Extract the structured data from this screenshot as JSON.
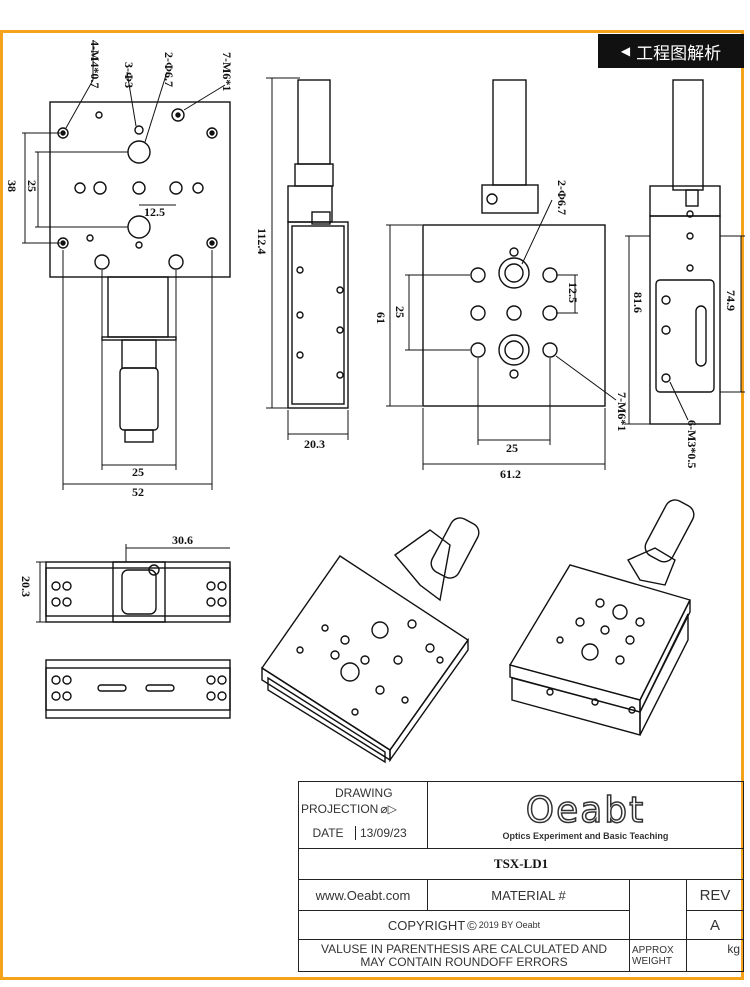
{
  "header": {
    "badge_label": "工程图解析"
  },
  "dimensions": {
    "top": {
      "holes_a": "4-M4*0.7",
      "holes_b": "3-Φ3",
      "hole_c": "2-Φ6.7",
      "holes_d": "7-M6*1",
      "dim_38": "38",
      "dim_25": "25",
      "dim_12_5": "12.5",
      "dim_25_bottom": "25",
      "dim_52": "52"
    },
    "side": {
      "dim_112_4": "112.4",
      "dim_20_3": "20.3"
    },
    "front": {
      "hole_c": "2-Φ6.7",
      "dim_61": "61",
      "dim_25_v": "25",
      "dim_12_5": "12.5",
      "holes_d": "7-M6*1",
      "dim_25_h": "25",
      "dim_61_2": "61.2"
    },
    "right": {
      "dim_81_6": "81.6",
      "dim_74_9": "74.9",
      "holes_e": "6-M3*0.5"
    },
    "plan": {
      "dim_30_6": "30.6",
      "dim_20_3": "20.3"
    }
  },
  "title_block": {
    "drawing_label": "DRAWING",
    "projection_label": "PROJECTION",
    "date_label": "DATE",
    "date_value": "13/09/23",
    "logo_text": "Oeabt",
    "logo_tagline": "Optics Experiment and Basic Teaching",
    "part_number": "TSX-LD1",
    "website": "www.Oeabt.com",
    "material_label": "MATERIAL #",
    "rev_label": "REV",
    "rev_value": "A",
    "copyright": "COPYRIGHT",
    "copyright_year": "2019 BY Oeabt",
    "note": "VALUSE IN PARENTHESIS ARE CALCULATED AND MAY CONTAIN ROUNDOFF ERRORS",
    "approx_weight": "APPROX WEIGHT",
    "weight_unit": "kg"
  }
}
